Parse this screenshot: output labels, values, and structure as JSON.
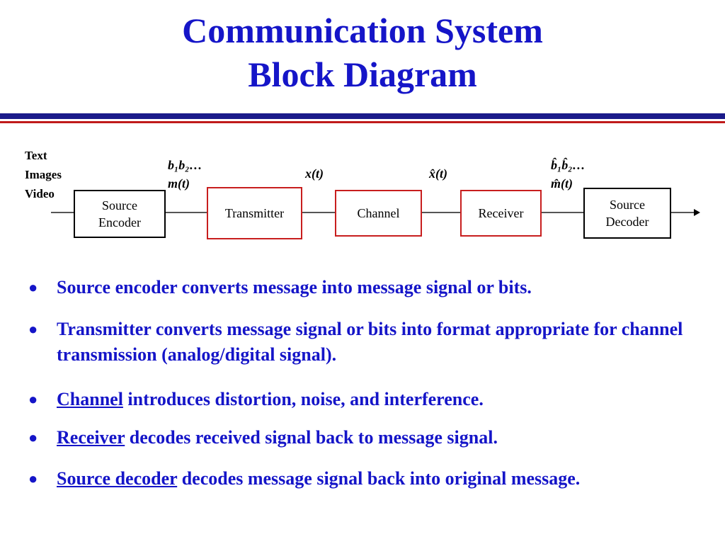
{
  "title": {
    "line1": "Communication System",
    "line2": "Block Diagram"
  },
  "diagram": {
    "inputs": [
      "Text",
      "Images",
      "Video"
    ],
    "blocks": {
      "source_encoder": [
        "Source",
        "Encoder"
      ],
      "transmitter": "Transmitter",
      "channel": "Channel",
      "receiver": "Receiver",
      "source_decoder": [
        "Source",
        "Decoder"
      ]
    },
    "signals": {
      "bits_in": "b₁b₂…",
      "message_in": "m(t)",
      "transmitted": "x(t)",
      "received": "x̂(t)",
      "bits_out": "b̂₁b̂₂…",
      "message_out": "m̂(t)"
    }
  },
  "bullets": [
    {
      "lead": "",
      "rest": "Source encoder converts message into message signal or bits."
    },
    {
      "lead": "",
      "rest": "Transmitter converts message signal or bits into format appropriate for channel transmission (analog/digital signal)."
    },
    {
      "lead": "Channel",
      "rest": " introduces distortion, noise, and interference."
    },
    {
      "lead": "Receiver",
      "rest": " decodes received signal back to message signal."
    },
    {
      "lead": "Source decoder",
      "rest": " decodes message signal back into original message."
    }
  ],
  "colors": {
    "title": "#1515c8",
    "bullet_text": "#1515c8",
    "rule_blue": "#1b1b8a",
    "rule_red": "#c01a1a",
    "block_red_border": "#c81e1e"
  }
}
